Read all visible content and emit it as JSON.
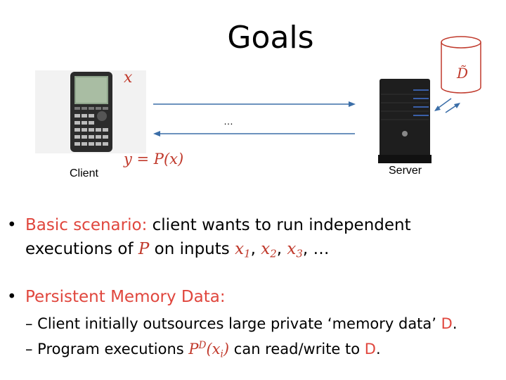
{
  "title": "Goals",
  "diagram": {
    "client_label": "Client",
    "server_label": "Server",
    "x_label": "x",
    "y_label": "y = P(x)",
    "dots_label": "…",
    "db_label": "D̃"
  },
  "bullets": {
    "b1_heading": "Basic scenario:",
    "b1_text": " client wants to run independent",
    "b1_line2_a": "executions of ",
    "b1_var": "P",
    "b1_line2_b": " on inputs ",
    "b1_x1": "x",
    "b1_x2": "x",
    "b1_x3": "x",
    "b1_sub1": "1",
    "b1_sub2": "2",
    "b1_sub3": "3",
    "b1_sep": ", ",
    "b1_ellipsis": ", …",
    "b2_heading": "Persistent Memory Data:",
    "sub1_a": "– Client initially outsources large private ‘memory data’ ",
    "sub1_d": "D",
    "sub1_end": ".",
    "sub2_a": "– Program executions ",
    "sub2_p": "P",
    "sub2_sup": "D",
    "sub2_arg": "(x",
    "sub2_sub": "i",
    "sub2_close": ")",
    "sub2_b": "  can read/write to ",
    "sub2_d": "D",
    "sub2_end": "."
  },
  "colors": {
    "accent": "#e0463d",
    "arrow": "#3b6ea8",
    "db_stroke": "#c0392b"
  }
}
